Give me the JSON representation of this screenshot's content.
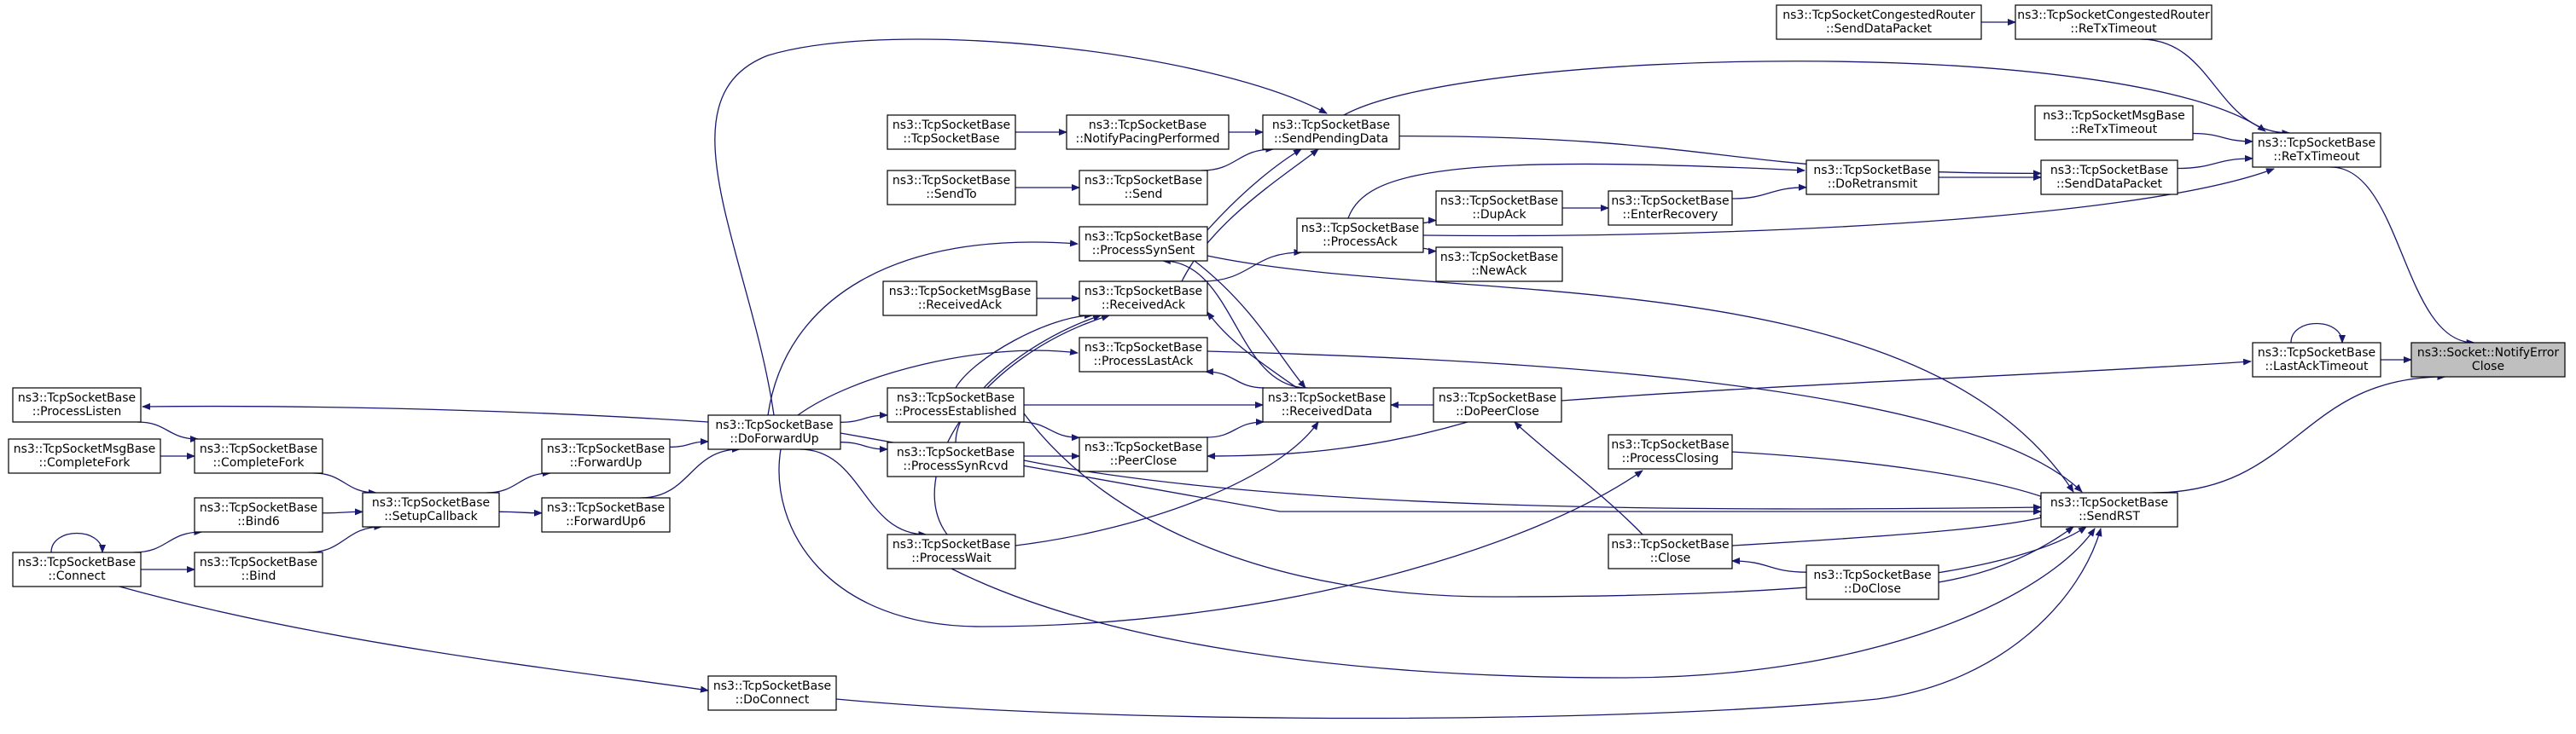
{
  "diagram": {
    "title": "",
    "colors": {
      "edge": "#191970",
      "node_border": "#000000",
      "highlight_fill": "#bfbfbf"
    },
    "nodes": [
      {
        "id": "notifyerror",
        "lines": [
          "ns3::Socket::NotifyError",
          "Close"
        ],
        "highlight": true
      },
      {
        "id": "retx_base",
        "lines": [
          "ns3::TcpSocketBase",
          "::ReTxTimeout"
        ]
      },
      {
        "id": "lastack_timeout",
        "lines": [
          "ns3::TcpSocketBase",
          "::LastAckTimeout"
        ]
      },
      {
        "id": "sendrst",
        "lines": [
          "ns3::TcpSocketBase",
          "::SendRST"
        ]
      },
      {
        "id": "cong_senddata",
        "lines": [
          "ns3::TcpSocketCongestedRouter",
          "::SendDataPacket"
        ]
      },
      {
        "id": "cong_retx",
        "lines": [
          "ns3::TcpSocketCongestedRouter",
          "::ReTxTimeout"
        ]
      },
      {
        "id": "msgbase_retx",
        "lines": [
          "ns3::TcpSocketMsgBase",
          "::ReTxTimeout"
        ]
      },
      {
        "id": "senddatapacket",
        "lines": [
          "ns3::TcpSocketBase",
          "::SendDataPacket"
        ]
      },
      {
        "id": "doretransmit",
        "lines": [
          "ns3::TcpSocketBase",
          "::DoRetransmit"
        ]
      },
      {
        "id": "enterrecovery",
        "lines": [
          "ns3::TcpSocketBase",
          "::EnterRecovery"
        ]
      },
      {
        "id": "dupack",
        "lines": [
          "ns3::TcpSocketBase",
          "::DupAck"
        ]
      },
      {
        "id": "newack",
        "lines": [
          "ns3::TcpSocketBase",
          "::NewAck"
        ]
      },
      {
        "id": "processack",
        "lines": [
          "ns3::TcpSocketBase",
          "::ProcessAck"
        ]
      },
      {
        "id": "sendpending",
        "lines": [
          "ns3::TcpSocketBase",
          "::SendPendingData"
        ]
      },
      {
        "id": "notifypacing",
        "lines": [
          "ns3::TcpSocketBase",
          "::NotifyPacingPerformed"
        ]
      },
      {
        "id": "tcpsocketbase",
        "lines": [
          "ns3::TcpSocketBase",
          "::TcpSocketBase"
        ]
      },
      {
        "id": "send",
        "lines": [
          "ns3::TcpSocketBase",
          "::Send"
        ]
      },
      {
        "id": "sendto",
        "lines": [
          "ns3::TcpSocketBase",
          "::SendTo"
        ]
      },
      {
        "id": "processsynsent",
        "lines": [
          "ns3::TcpSocketBase",
          "::ProcessSynSent"
        ]
      },
      {
        "id": "receivedack",
        "lines": [
          "ns3::TcpSocketBase",
          "::ReceivedAck"
        ]
      },
      {
        "id": "msgbase_receivedack",
        "lines": [
          "ns3::TcpSocketMsgBase",
          "::ReceivedAck"
        ]
      },
      {
        "id": "processlastack",
        "lines": [
          "ns3::TcpSocketBase",
          "::ProcessLastAck"
        ]
      },
      {
        "id": "receiveddata",
        "lines": [
          "ns3::TcpSocketBase",
          "::ReceivedData"
        ]
      },
      {
        "id": "dopeerclose",
        "lines": [
          "ns3::TcpSocketBase",
          "::DoPeerClose"
        ]
      },
      {
        "id": "processclosing",
        "lines": [
          "ns3::TcpSocketBase",
          "::ProcessClosing"
        ]
      },
      {
        "id": "close",
        "lines": [
          "ns3::TcpSocketBase",
          "::Close"
        ]
      },
      {
        "id": "doclose",
        "lines": [
          "ns3::TcpSocketBase",
          "::DoClose"
        ]
      },
      {
        "id": "processestablished",
        "lines": [
          "ns3::TcpSocketBase",
          "::ProcessEstablished"
        ]
      },
      {
        "id": "peerclose",
        "lines": [
          "ns3::TcpSocketBase",
          "::PeerClose"
        ]
      },
      {
        "id": "processsynrcvd",
        "lines": [
          "ns3::TcpSocketBase",
          "::ProcessSynRcvd"
        ]
      },
      {
        "id": "processwait",
        "lines": [
          "ns3::TcpSocketBase",
          "::ProcessWait"
        ]
      },
      {
        "id": "doforwardup",
        "lines": [
          "ns3::TcpSocketBase",
          "::DoForwardUp"
        ]
      },
      {
        "id": "forwardup",
        "lines": [
          "ns3::TcpSocketBase",
          "::ForwardUp"
        ]
      },
      {
        "id": "forwardup6",
        "lines": [
          "ns3::TcpSocketBase",
          "::ForwardUp6"
        ]
      },
      {
        "id": "setupcallback",
        "lines": [
          "ns3::TcpSocketBase",
          "::SetupCallback"
        ]
      },
      {
        "id": "bind6",
        "lines": [
          "ns3::TcpSocketBase",
          "::Bind6"
        ]
      },
      {
        "id": "bind",
        "lines": [
          "ns3::TcpSocketBase",
          "::Bind"
        ]
      },
      {
        "id": "connect",
        "lines": [
          "ns3::TcpSocketBase",
          "::Connect"
        ]
      },
      {
        "id": "completefork",
        "lines": [
          "ns3::TcpSocketBase",
          "::CompleteFork"
        ]
      },
      {
        "id": "msgbase_completefork",
        "lines": [
          "ns3::TcpSocketMsgBase",
          "::CompleteFork"
        ]
      },
      {
        "id": "processlisten",
        "lines": [
          "ns3::TcpSocketBase",
          "::ProcessListen"
        ]
      },
      {
        "id": "doconnect",
        "lines": [
          "ns3::TcpSocketBase",
          "::DoConnect"
        ]
      }
    ],
    "edges": [
      {
        "from": "retx_base",
        "to": "notifyerror"
      },
      {
        "from": "lastack_timeout",
        "to": "notifyerror"
      },
      {
        "from": "sendrst",
        "to": "notifyerror"
      },
      {
        "from": "cong_retx",
        "to": "retx_base"
      },
      {
        "from": "msgbase_retx",
        "to": "retx_base"
      },
      {
        "from": "senddatapacket",
        "to": "retx_base"
      },
      {
        "from": "processack",
        "to": "retx_base"
      },
      {
        "from": "sendpending",
        "to": "retx_base"
      },
      {
        "from": "cong_senddata",
        "to": "cong_retx"
      },
      {
        "from": "lastack_timeout",
        "to": "lastack_timeout"
      },
      {
        "from": "dopeerclose",
        "to": "lastack_timeout"
      },
      {
        "from": "doretransmit",
        "to": "senddatapacket"
      },
      {
        "from": "sendpending",
        "to": "senddatapacket"
      },
      {
        "from": "enterrecovery",
        "to": "doretransmit"
      },
      {
        "from": "processack",
        "to": "doretransmit"
      },
      {
        "from": "dupack",
        "to": "enterrecovery"
      },
      {
        "from": "processack",
        "to": "dupack"
      },
      {
        "from": "processack",
        "to": "newack"
      },
      {
        "from": "receivedack",
        "to": "processack"
      },
      {
        "from": "notifypacing",
        "to": "sendpending"
      },
      {
        "from": "send",
        "to": "sendpending"
      },
      {
        "from": "processsynsent",
        "to": "sendpending"
      },
      {
        "from": "receivedack",
        "to": "sendpending"
      },
      {
        "from": "doforwardup",
        "to": "sendpending"
      },
      {
        "from": "tcpsocketbase",
        "to": "notifypacing"
      },
      {
        "from": "sendto",
        "to": "send"
      },
      {
        "from": "receiveddata",
        "to": "processsynsent"
      },
      {
        "from": "doforwardup",
        "to": "processsynsent"
      },
      {
        "from": "msgbase_receivedack",
        "to": "receivedack"
      },
      {
        "from": "processestablished",
        "to": "receivedack"
      },
      {
        "from": "processsynrcvd",
        "to": "receivedack"
      },
      {
        "from": "processwait",
        "to": "receivedack"
      },
      {
        "from": "receiveddata",
        "to": "receivedack"
      },
      {
        "from": "doforwardup",
        "to": "processlastack"
      },
      {
        "from": "receiveddata",
        "to": "processlastack"
      },
      {
        "from": "processsynsent",
        "to": "receiveddata"
      },
      {
        "from": "processestablished",
        "to": "receiveddata"
      },
      {
        "from": "processwait",
        "to": "receiveddata"
      },
      {
        "from": "peerclose",
        "to": "receiveddata"
      },
      {
        "from": "dopeerclose",
        "to": "receiveddata"
      },
      {
        "from": "processestablished",
        "to": "peerclose"
      },
      {
        "from": "processsynrcvd",
        "to": "peerclose"
      },
      {
        "from": "dopeerclose",
        "to": "peerclose"
      },
      {
        "from": "close",
        "to": "dopeerclose"
      },
      {
        "from": "doclose",
        "to": "close"
      },
      {
        "from": "doforwardup",
        "to": "processclosing"
      },
      {
        "from": "doforwardup",
        "to": "processestablished"
      },
      {
        "from": "doforwardup",
        "to": "processsynrcvd"
      },
      {
        "from": "doforwardup",
        "to": "processwait"
      },
      {
        "from": "forwardup",
        "to": "doforwardup"
      },
      {
        "from": "forwardup6",
        "to": "doforwardup"
      },
      {
        "from": "doforwardup",
        "to": "processlisten"
      },
      {
        "from": "setupcallback",
        "to": "forwardup"
      },
      {
        "from": "setupcallback",
        "to": "forwardup6"
      },
      {
        "from": "completefork",
        "to": "setupcallback"
      },
      {
        "from": "bind6",
        "to": "setupcallback"
      },
      {
        "from": "bind",
        "to": "setupcallback"
      },
      {
        "from": "connect",
        "to": "bind6"
      },
      {
        "from": "connect",
        "to": "bind"
      },
      {
        "from": "connect",
        "to": "connect"
      },
      {
        "from": "processlisten",
        "to": "completefork"
      },
      {
        "from": "msgbase_completefork",
        "to": "completefork"
      },
      {
        "from": "connect",
        "to": "doconnect"
      },
      {
        "from": "processlastack",
        "to": "sendrst"
      },
      {
        "from": "processsynsent",
        "to": "sendrst"
      },
      {
        "from": "processclosing",
        "to": "sendrst"
      },
      {
        "from": "close",
        "to": "sendrst"
      },
      {
        "from": "doclose",
        "to": "sendrst"
      },
      {
        "from": "doforwardup",
        "to": "sendrst"
      },
      {
        "from": "processsynrcvd",
        "to": "sendrst"
      },
      {
        "from": "processestablished",
        "to": "sendrst"
      },
      {
        "from": "processwait",
        "to": "sendrst"
      },
      {
        "from": "doconnect",
        "to": "sendrst"
      }
    ]
  }
}
